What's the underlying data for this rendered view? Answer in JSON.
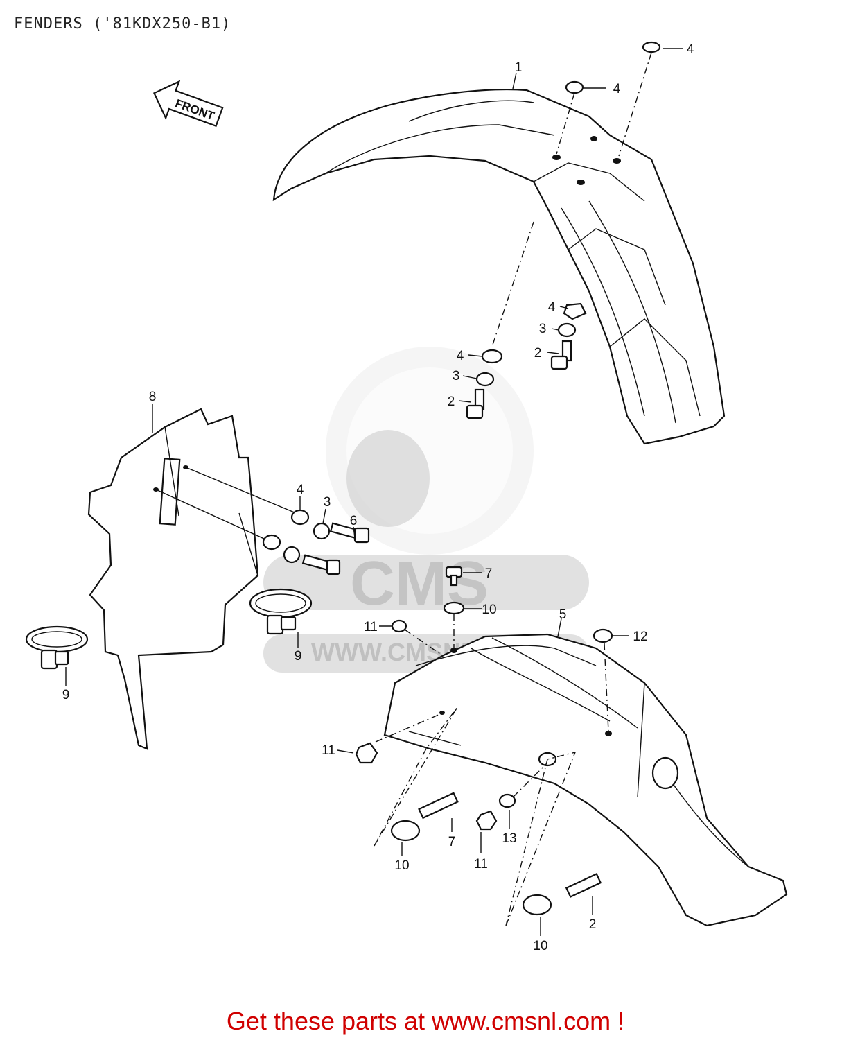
{
  "title": "FENDERS ('81KDX250-B1)",
  "footer": "Get these parts at www.cmsnl.com !",
  "front_arrow_text": "FRONT",
  "watermark": {
    "logo_text": "CMS",
    "url_text": "WWW.CMSNL.COM"
  },
  "callouts": [
    {
      "id": "c1",
      "label": "1"
    },
    {
      "id": "c4a",
      "label": "4"
    },
    {
      "id": "c4b",
      "label": "4"
    },
    {
      "id": "c4c",
      "label": "4"
    },
    {
      "id": "c3a",
      "label": "3"
    },
    {
      "id": "c2a",
      "label": "2"
    },
    {
      "id": "c4d",
      "label": "4"
    },
    {
      "id": "c3b",
      "label": "3"
    },
    {
      "id": "c2b",
      "label": "2"
    },
    {
      "id": "c8",
      "label": "8"
    },
    {
      "id": "c4e",
      "label": "4"
    },
    {
      "id": "c3c",
      "label": "3"
    },
    {
      "id": "c6",
      "label": "6"
    },
    {
      "id": "c7a",
      "label": "7"
    },
    {
      "id": "c10a",
      "label": "10"
    },
    {
      "id": "c11a",
      "label": "11"
    },
    {
      "id": "c5",
      "label": "5"
    },
    {
      "id": "c12",
      "label": "12"
    },
    {
      "id": "c9a",
      "label": "9"
    },
    {
      "id": "c9b",
      "label": "9"
    },
    {
      "id": "c11b",
      "label": "11"
    },
    {
      "id": "c7b",
      "label": "7"
    },
    {
      "id": "c13",
      "label": "13"
    },
    {
      "id": "c11c",
      "label": "11"
    },
    {
      "id": "c10b",
      "label": "10"
    },
    {
      "id": "c2c",
      "label": "2"
    },
    {
      "id": "c10c",
      "label": "10"
    }
  ]
}
